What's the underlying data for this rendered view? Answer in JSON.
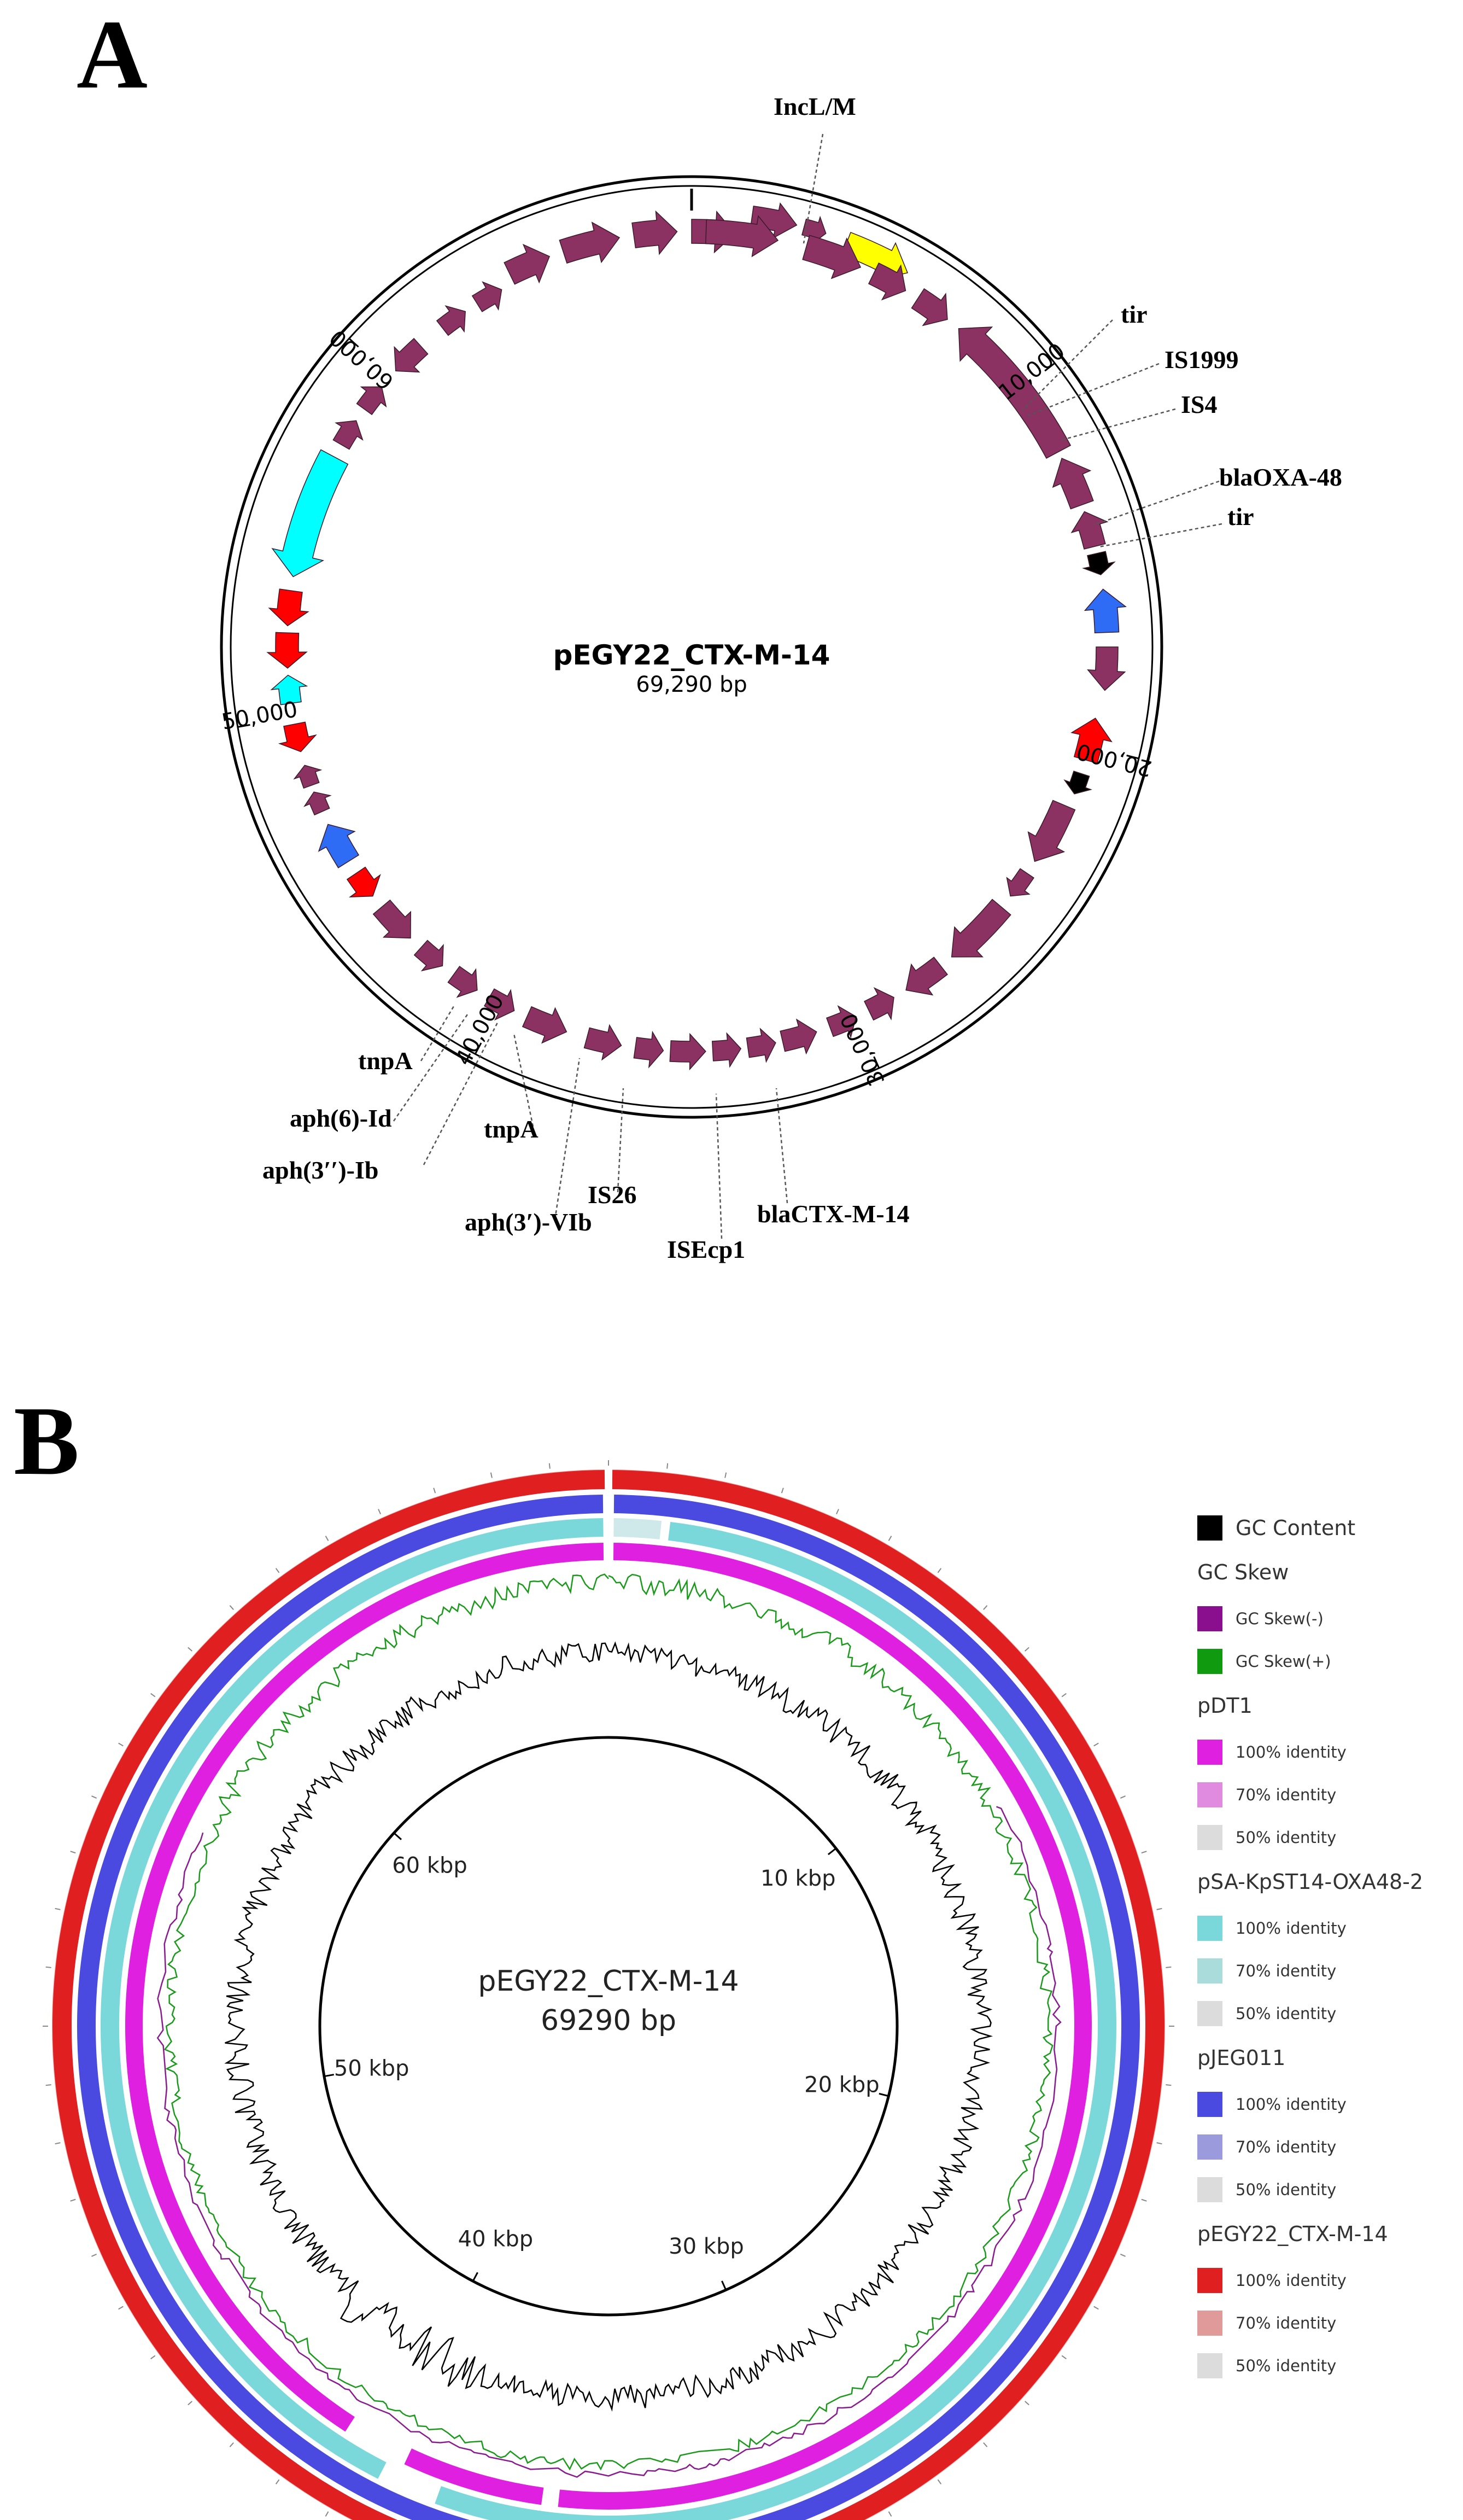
{
  "panel_a": {
    "letter": "A",
    "plasmid_name": "pEGY22_CTX-M-14",
    "plasmid_size": "69,290 bp",
    "ticks": [
      "10,000",
      "20,000",
      "30,000",
      "40,000",
      "50,000",
      "60,000"
    ],
    "colors": {
      "backbone": "#8b3263",
      "resistance": "#ff0000",
      "insertion": "#2f6cf5",
      "transposase": "#00ffff",
      "replicon": "#ffff00",
      "tir": "#000000"
    },
    "annotations": [
      {
        "label": "IncL/M",
        "kind": "replicon"
      },
      {
        "label": "tir",
        "kind": "tir"
      },
      {
        "label": "IS1999",
        "kind": "insertion"
      },
      {
        "label": "IS4",
        "kind": "insertion"
      },
      {
        "label": "blaOXA-48",
        "kind": "resistance"
      },
      {
        "label": "tir",
        "kind": "tir"
      },
      {
        "label": "tnpA",
        "kind": "transposase"
      },
      {
        "label": "aph(6)-Id",
        "kind": "resistance"
      },
      {
        "label": "aph(3′′)-Ib",
        "kind": "resistance"
      },
      {
        "label": "tnpA",
        "kind": "transposase"
      },
      {
        "label": "aph(3′)-VIb",
        "kind": "resistance"
      },
      {
        "label": "IS26",
        "kind": "insertion"
      },
      {
        "label": "ISEcp1",
        "kind": "insertion"
      },
      {
        "label": "blaCTX-M-14",
        "kind": "resistance"
      }
    ]
  },
  "panel_b": {
    "letter": "B",
    "plasmid_name": "pEGY22_CTX-M-14",
    "plasmid_size": "69290 bp",
    "ticks": [
      "10 kbp",
      "20 kbp",
      "30 kbp",
      "40 kbp",
      "50 kbp",
      "60 kbp"
    ],
    "legend": [
      {
        "group": "",
        "items": [
          {
            "label": "GC Content",
            "color": "#000000",
            "big": true
          }
        ]
      },
      {
        "group": "GC Skew",
        "items": [
          {
            "label": "GC Skew(-)",
            "color": "#8a0f8f"
          },
          {
            "label": "GC Skew(+)",
            "color": "#0f9a0f"
          }
        ]
      },
      {
        "group": "pDT1",
        "items": [
          {
            "label": "100% identity",
            "color": "#e020e0"
          },
          {
            "label": "70% identity",
            "color": "#e08ae0"
          },
          {
            "label": "50% identity",
            "color": "#dcdcdc"
          }
        ]
      },
      {
        "group": "pSA-KpST14-OXA48-2",
        "items": [
          {
            "label": "100% identity",
            "color": "#7ad8da"
          },
          {
            "label": "70% identity",
            "color": "#aadcdc"
          },
          {
            "label": "50% identity",
            "color": "#dcdcdc"
          }
        ]
      },
      {
        "group": "pJEG011",
        "items": [
          {
            "label": "100% identity",
            "color": "#4a4ae0"
          },
          {
            "label": "70% identity",
            "color": "#9a9adc"
          },
          {
            "label": "50% identity",
            "color": "#dcdcdc"
          }
        ]
      },
      {
        "group": "pEGY22_CTX-M-14",
        "items": [
          {
            "label": "100% identity",
            "color": "#e02020"
          },
          {
            "label": "70% identity",
            "color": "#e09a9a"
          },
          {
            "label": "50% identity",
            "color": "#dcdcdc"
          }
        ]
      }
    ]
  }
}
